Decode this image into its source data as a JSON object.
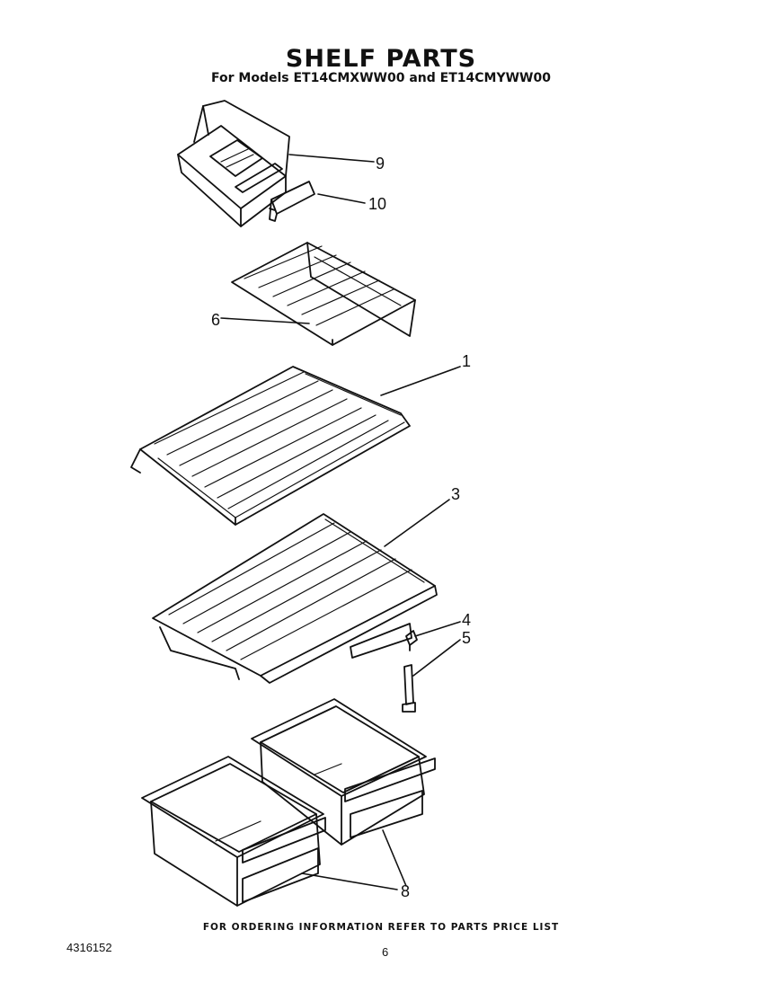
{
  "title": "SHELF PARTS",
  "subtitle": "For Models ET14CMXWW00 and ET14CMYWW00",
  "part_labels": {
    "p1": "1",
    "p3": "3",
    "p4": "4",
    "p5": "5",
    "p6": "6",
    "p8": "8",
    "p9": "9",
    "p10": "10"
  },
  "footer": "FOR ORDERING INFORMATION REFER TO PARTS PRICE LIST",
  "doc_number": "4316152",
  "page_number": "6"
}
